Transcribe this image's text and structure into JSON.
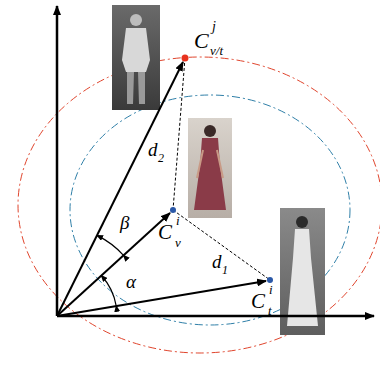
{
  "diagram": {
    "labels": [
      "C",
      "j",
      "v/t",
      "C",
      "i",
      "v",
      "C",
      "i",
      "t",
      "d",
      "2",
      "d",
      "1",
      "β",
      "α"
    ]
  }
}
